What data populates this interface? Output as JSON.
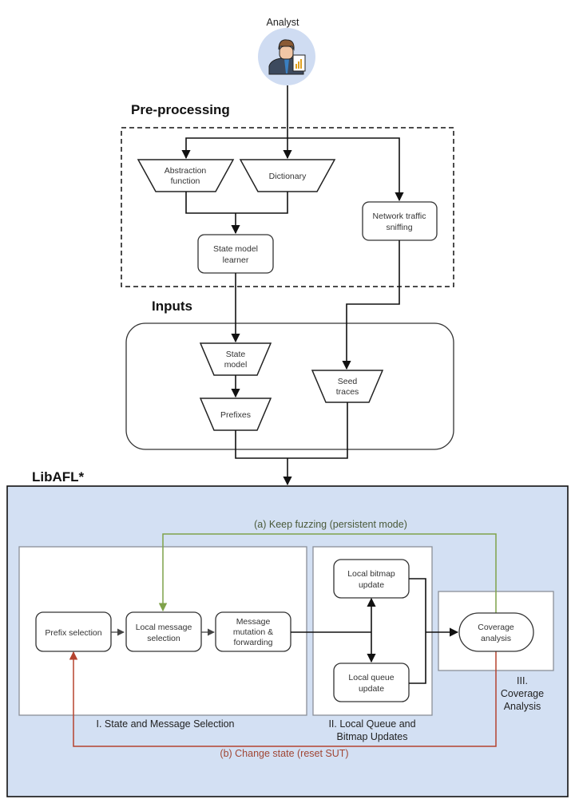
{
  "actor": {
    "label": "Analyst",
    "icon": "analyst-with-report-icon"
  },
  "sections": {
    "preprocessing": {
      "title": "Pre-processing"
    },
    "inputs": {
      "title": "Inputs"
    },
    "libafl": {
      "title": "LibAFL*"
    }
  },
  "nodes": {
    "abstraction_function": [
      "Abstraction",
      "function"
    ],
    "dictionary": [
      "Dictionary"
    ],
    "network_traffic_sniffing": [
      "Network traffic",
      "sniffing"
    ],
    "state_model_learner": [
      "State model",
      "learner"
    ],
    "state_model": [
      "State",
      "model"
    ],
    "prefixes": [
      "Prefixes"
    ],
    "seed_traces": [
      "Seed",
      "traces"
    ],
    "prefix_selection": [
      "Prefix selection"
    ],
    "local_message_selection": [
      "Local message",
      "selection"
    ],
    "message_mutation": [
      "Message",
      "mutation &",
      "forwarding"
    ],
    "local_bitmap_update": [
      "Local bitmap",
      "update"
    ],
    "local_queue_update": [
      "Local queue",
      "update"
    ],
    "coverage_analysis": [
      "Coverage",
      "analysis"
    ]
  },
  "stages": {
    "stage1": [
      "I. State and Message Selection"
    ],
    "stage2": [
      "II. Local Queue and",
      "Bitmap Updates"
    ],
    "stage3": [
      "III.",
      "Coverage",
      "Analysis"
    ]
  },
  "loops": {
    "keep_fuzzing": {
      "label": "(a) Keep fuzzing (persistent mode)",
      "color": "#7fa24a"
    },
    "change_state": {
      "label": "(b) Change state (reset SUT)",
      "color": "#b5432f"
    }
  },
  "colors": {
    "libafl_bg": "#d3e0f3",
    "actor_circle": "#cfdcf2"
  }
}
